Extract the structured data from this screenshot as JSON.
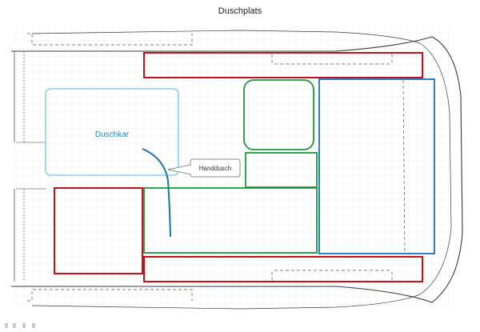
{
  "title": "Duschplats",
  "labels": {
    "duschkar": "Duschkar",
    "handdusch": "Handdusch"
  },
  "colors": {
    "red": "#c0121c",
    "green": "#1e9a3c",
    "blue": "#1f6fb8",
    "light_blue": "#8ecfe8",
    "teal": "#1a7aa0",
    "grid": "#e3e3e3",
    "outline": "#3a3a3a"
  }
}
